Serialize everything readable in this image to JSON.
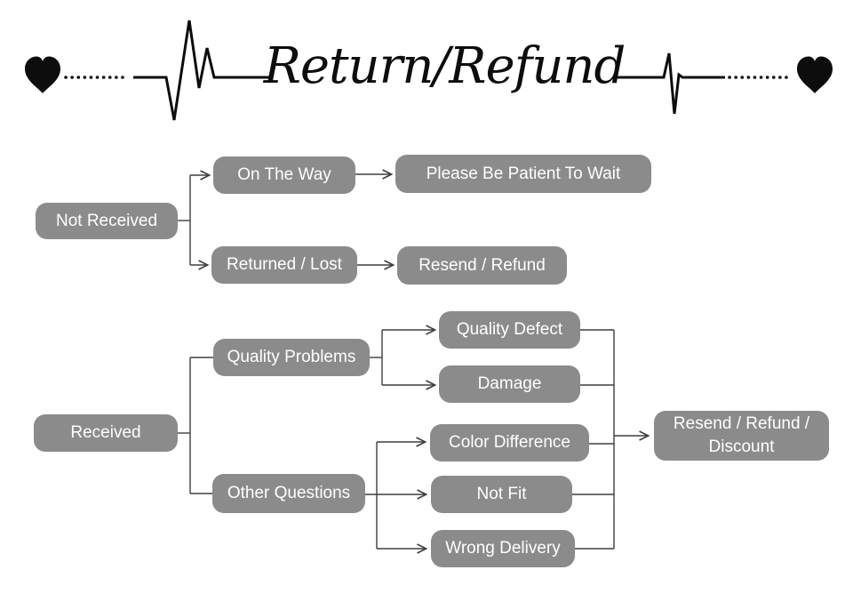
{
  "header": {
    "title": "Return/Refund",
    "left_decoration": "heart-and-heartbeat-line",
    "right_decoration": "heartbeat-line-and-heart"
  },
  "flowchart": {
    "colors": {
      "box": "#8b8b8b",
      "box_text": "#ffffff",
      "connector": "#3f3f3f",
      "header_ink": "#0d0d0d"
    },
    "nodes": [
      {
        "id": "not-received",
        "label": "Not Received"
      },
      {
        "id": "on-the-way",
        "label": "On The Way"
      },
      {
        "id": "please-be-patient",
        "label": "Please Be Patient To Wait"
      },
      {
        "id": "returned-lost",
        "label": "Returned / Lost"
      },
      {
        "id": "resend-refund",
        "label": "Resend / Refund"
      },
      {
        "id": "received",
        "label": "Received"
      },
      {
        "id": "quality-problems",
        "label": "Quality Problems"
      },
      {
        "id": "other-questions",
        "label": "Other Questions"
      },
      {
        "id": "quality-defect",
        "label": "Quality Defect"
      },
      {
        "id": "damage",
        "label": "Damage"
      },
      {
        "id": "color-difference",
        "label": "Color Difference"
      },
      {
        "id": "not-fit",
        "label": "Not Fit"
      },
      {
        "id": "wrong-delivery",
        "label": "Wrong Delivery"
      },
      {
        "id": "resend-refund-discount",
        "label": "Resend / Refund / Discount"
      }
    ],
    "edges": [
      {
        "from": "not-received",
        "to": "on-the-way",
        "arrow": true
      },
      {
        "from": "not-received",
        "to": "returned-lost",
        "arrow": true
      },
      {
        "from": "on-the-way",
        "to": "please-be-patient",
        "arrow": true
      },
      {
        "from": "returned-lost",
        "to": "resend-refund",
        "arrow": true
      },
      {
        "from": "received",
        "to": "quality-problems",
        "arrow": false
      },
      {
        "from": "received",
        "to": "other-questions",
        "arrow": false
      },
      {
        "from": "quality-problems",
        "to": "quality-defect",
        "arrow": true
      },
      {
        "from": "quality-problems",
        "to": "damage",
        "arrow": true
      },
      {
        "from": "other-questions",
        "to": "color-difference",
        "arrow": true
      },
      {
        "from": "other-questions",
        "to": "not-fit",
        "arrow": true
      },
      {
        "from": "other-questions",
        "to": "wrong-delivery",
        "arrow": true
      },
      {
        "from": "quality-defect",
        "to": "resend-refund-discount",
        "arrow": true
      },
      {
        "from": "damage",
        "to": "resend-refund-discount",
        "arrow": true
      },
      {
        "from": "color-difference",
        "to": "resend-refund-discount",
        "arrow": true
      },
      {
        "from": "not-fit",
        "to": "resend-refund-discount",
        "arrow": true
      },
      {
        "from": "wrong-delivery",
        "to": "resend-refund-discount",
        "arrow": true
      }
    ]
  }
}
